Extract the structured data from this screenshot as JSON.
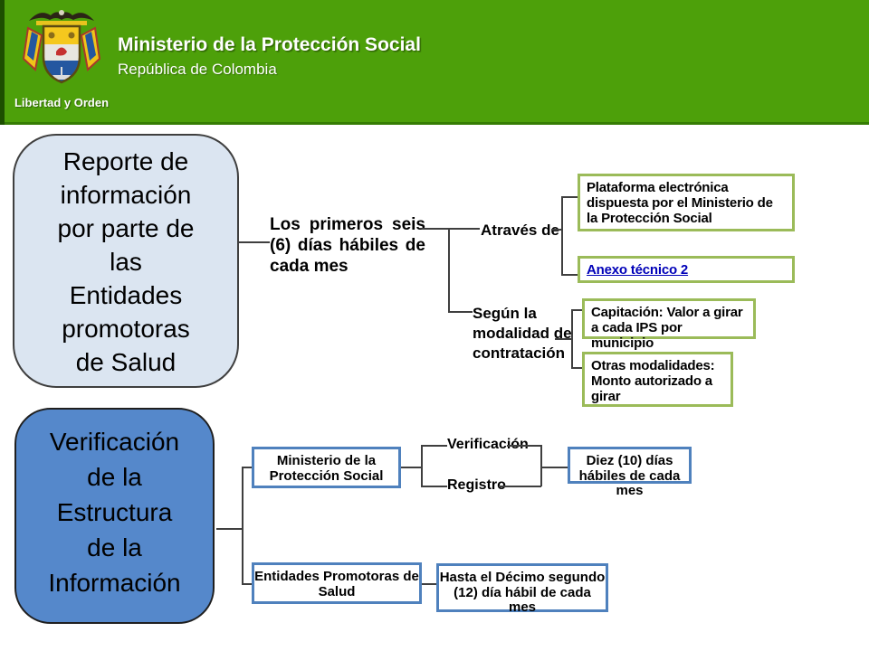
{
  "slide": {
    "header": {
      "title": "Ministerio de la Protección Social",
      "subtitle": "República de Colombia",
      "motto": "Libertad y Orden"
    },
    "flow1": {
      "root": "Reporte de\ninformación\npor parte de\nlas\nEntidades\npromotoras\nde Salud",
      "timing": "Los primeros seis (6) días hábiles de cada mes",
      "through_label": "Através de",
      "through_items": [
        "Plataforma electrónica dispuesta por el Ministerio de la Protección Social",
        "Anexo técnico 2"
      ],
      "modality_label": "Según la modalidad de contratación",
      "modality_items": [
        "Capitación: Valor a girar a cada IPS por municipio",
        "Otras modalidades: Monto autorizado a girar"
      ]
    },
    "flow2": {
      "root": "Verificación\nde la\nEstructura\nde la\nInformación",
      "ministry_box": "Ministerio de la Protección Social",
      "action_top": "Verificación",
      "action_bottom": "Registro",
      "ministry_timing": "Diez (10) días hábiles de cada mes",
      "eps_box": "Entidades Promotoras de Salud",
      "eps_timing": "Hasta el Décimo segundo (12) día hábil de cada mes"
    },
    "colors": {
      "header_green": "#4da00a",
      "root1_fill": "#dbe5f1",
      "root2_fill": "#5588cb",
      "green_box_border": "#9bbb59",
      "blue_box_border": "#4f81bd",
      "link_blue": "#0000b8"
    }
  }
}
